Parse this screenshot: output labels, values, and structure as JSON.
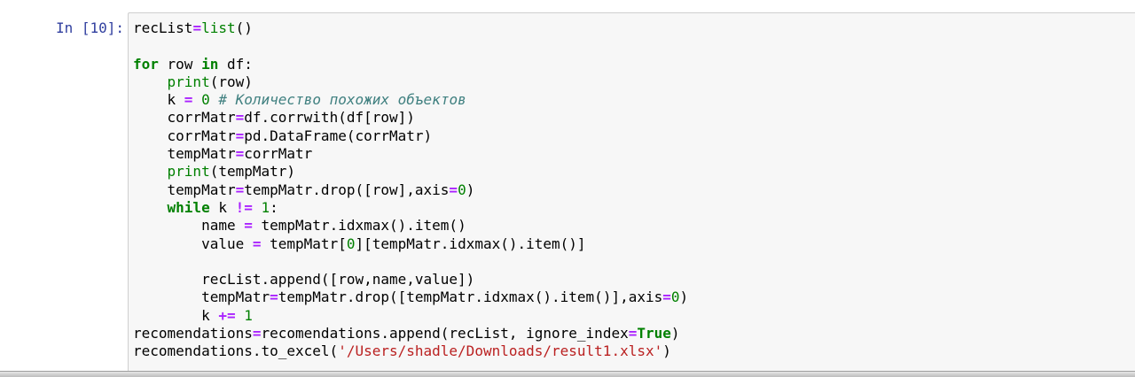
{
  "cell": {
    "prompt": "In [10]:",
    "lines": [
      [
        {
          "t": "recList"
        },
        {
          "t": "=",
          "c": "op"
        },
        {
          "t": "list",
          "c": "bi"
        },
        {
          "t": "()"
        }
      ],
      [],
      [
        {
          "t": "for",
          "c": "kw"
        },
        {
          "t": " row "
        },
        {
          "t": "in",
          "c": "kw"
        },
        {
          "t": " df:"
        }
      ],
      [
        {
          "t": "    "
        },
        {
          "t": "print",
          "c": "bi"
        },
        {
          "t": "(row)"
        }
      ],
      [
        {
          "t": "    k "
        },
        {
          "t": "=",
          "c": "op"
        },
        {
          "t": " "
        },
        {
          "t": "0",
          "c": "num"
        },
        {
          "t": " "
        },
        {
          "t": "# Количество похожих объектов",
          "c": "cm"
        }
      ],
      [
        {
          "t": "    corrMatr"
        },
        {
          "t": "=",
          "c": "op"
        },
        {
          "t": "df.corrwith(df[row])"
        }
      ],
      [
        {
          "t": "    corrMatr"
        },
        {
          "t": "=",
          "c": "op"
        },
        {
          "t": "pd.DataFrame(corrMatr)"
        }
      ],
      [
        {
          "t": "    tempMatr"
        },
        {
          "t": "=",
          "c": "op"
        },
        {
          "t": "corrMatr"
        }
      ],
      [
        {
          "t": "    "
        },
        {
          "t": "print",
          "c": "bi"
        },
        {
          "t": "(tempMatr)"
        }
      ],
      [
        {
          "t": "    tempMatr"
        },
        {
          "t": "=",
          "c": "op"
        },
        {
          "t": "tempMatr.drop([row],axis"
        },
        {
          "t": "=",
          "c": "op"
        },
        {
          "t": "0",
          "c": "num"
        },
        {
          "t": ")"
        }
      ],
      [
        {
          "t": "    "
        },
        {
          "t": "while",
          "c": "kw"
        },
        {
          "t": " k "
        },
        {
          "t": "!=",
          "c": "op"
        },
        {
          "t": " "
        },
        {
          "t": "1",
          "c": "num"
        },
        {
          "t": ":"
        }
      ],
      [
        {
          "t": "        name "
        },
        {
          "t": "=",
          "c": "op"
        },
        {
          "t": " tempMatr.idxmax().item()"
        }
      ],
      [
        {
          "t": "        value "
        },
        {
          "t": "=",
          "c": "op"
        },
        {
          "t": " tempMatr["
        },
        {
          "t": "0",
          "c": "num"
        },
        {
          "t": "][tempMatr.idxmax().item()]"
        }
      ],
      [],
      [
        {
          "t": "        recList.append([row,name,value])"
        }
      ],
      [
        {
          "t": "        tempMatr"
        },
        {
          "t": "=",
          "c": "op"
        },
        {
          "t": "tempMatr.drop([tempMatr.idxmax().item()],axis"
        },
        {
          "t": "=",
          "c": "op"
        },
        {
          "t": "0",
          "c": "num"
        },
        {
          "t": ")"
        }
      ],
      [
        {
          "t": "        k "
        },
        {
          "t": "+=",
          "c": "op"
        },
        {
          "t": " "
        },
        {
          "t": "1",
          "c": "num"
        }
      ],
      [
        {
          "t": "recomendations"
        },
        {
          "t": "=",
          "c": "op"
        },
        {
          "t": "recomendations.append(recList, ignore_index"
        },
        {
          "t": "=",
          "c": "op"
        },
        {
          "t": "True",
          "c": "kw"
        },
        {
          "t": ")"
        }
      ],
      [
        {
          "t": "recomendations.to_excel("
        },
        {
          "t": "'/Users/shadle/Downloads/result1.xlsx'",
          "c": "str"
        },
        {
          "t": ")"
        }
      ]
    ]
  }
}
